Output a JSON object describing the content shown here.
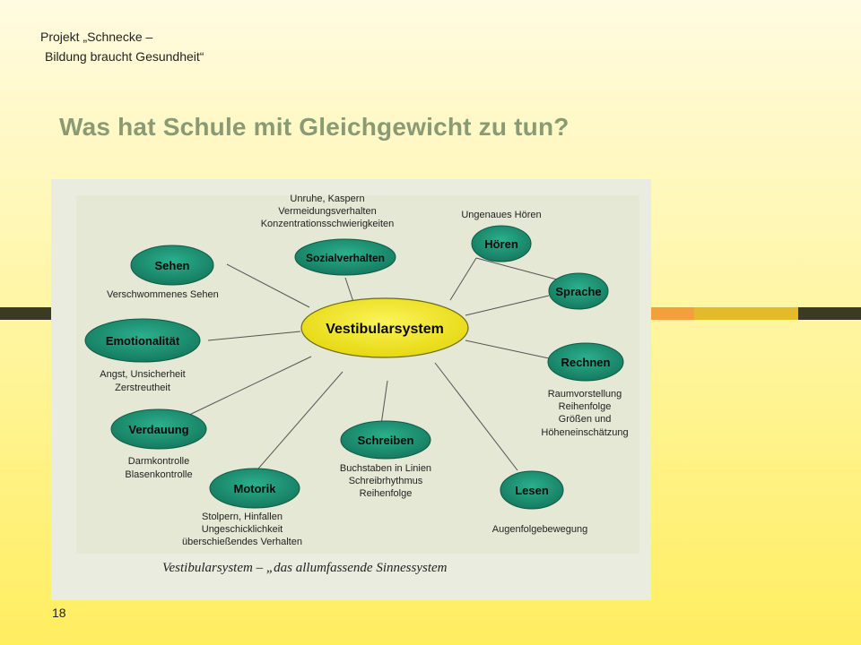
{
  "header": {
    "line1": "Projekt „Schnecke –",
    "line2": "Bildung braucht Gesundheit“"
  },
  "title": "Was hat Schule mit Gleichgewicht zu tun?",
  "page_number": "18",
  "diagram": {
    "center": "Vestibularsystem",
    "caption": "Vestibularsystem – „das allumfassende Sinnessystem",
    "nodes": {
      "sehen": {
        "label": "Sehen",
        "note": [
          "Verschwommenes Sehen"
        ]
      },
      "sozial": {
        "label": "Sozialverhalten",
        "note": [
          "Unruhe,  Kaspern",
          "Vermeidungsverhalten",
          "Konzentrationsschwierigkeiten"
        ]
      },
      "hoeren": {
        "label": "Hören",
        "note": [
          "Ungenaues Hören"
        ]
      },
      "sprache": {
        "label": "Sprache",
        "note": []
      },
      "emotion": {
        "label": "Emotionalität",
        "note": [
          "Angst, Unsicherheit",
          "Zerstreutheit"
        ]
      },
      "rechnen": {
        "label": "Rechnen",
        "note": [
          "Raumvorstellung",
          "Reihenfolge",
          "Größen und",
          "Höheneinschätzung"
        ]
      },
      "verdauung": {
        "label": "Verdauung",
        "note": [
          "Darmkontrolle",
          "Blasenkontrolle"
        ]
      },
      "schreiben": {
        "label": "Schreiben",
        "note": [
          "Buchstaben in Linien",
          "Schreibrhythmus",
          "Reihenfolge"
        ]
      },
      "motorik": {
        "label": "Motorik",
        "note": [
          "Stolpern, Hinfallen",
          "Ungeschicklichkeit",
          "überschießendes Verhalten"
        ]
      },
      "lesen": {
        "label": "Lesen",
        "note": [
          "Augenfolgebewegung"
        ]
      }
    }
  },
  "colors": {
    "node_fill": "#1f9a7a",
    "center_fill": "#f2e81e",
    "title": "#8a9a74"
  }
}
